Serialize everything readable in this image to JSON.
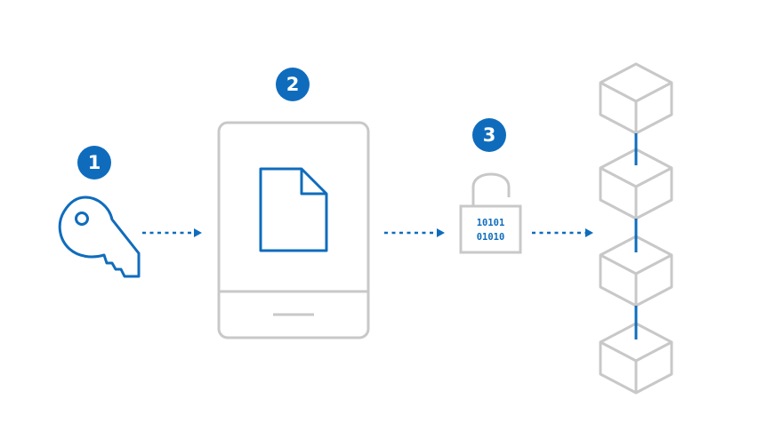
{
  "colors": {
    "accent": "#0f6cbd",
    "outline_gray": "#c8c8c8"
  },
  "steps": [
    {
      "number": "1",
      "icon": "key-icon"
    },
    {
      "number": "2",
      "icon": "tablet-document-icon"
    },
    {
      "number": "3",
      "icon": "padlock-icon"
    }
  ],
  "lock_binary": [
    "10101",
    "01010"
  ],
  "blockchain": {
    "icon": "cube-icon",
    "block_count": 4
  },
  "connectors": {
    "style": "dotted-arrow"
  }
}
